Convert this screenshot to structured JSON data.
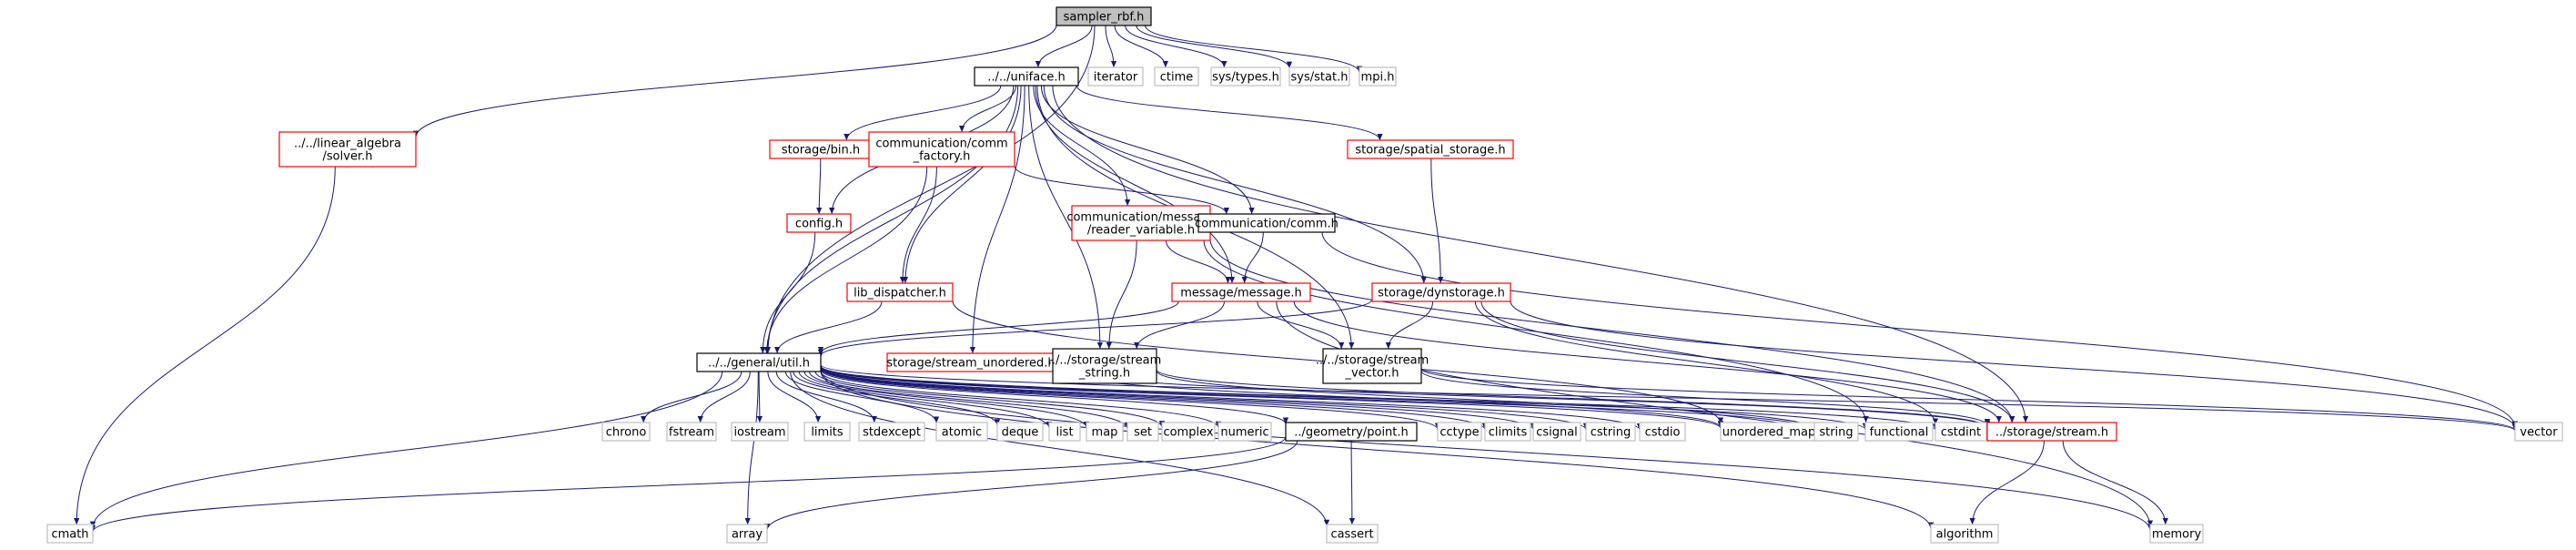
{
  "colors": {
    "edge": "#191970",
    "border_default": "#000000",
    "border_red": "#ff0000",
    "border_gray": "#bfbfbf",
    "fill_root": "#bfbfbf",
    "fill_default": "#ffffff"
  },
  "nodes": [
    {
      "id": "sampler_rbf",
      "lines": [
        "sampler_rbf.h"
      ],
      "style": "root"
    },
    {
      "id": "uniface",
      "lines": [
        "../../uniface.h"
      ],
      "style": "black"
    },
    {
      "id": "iterator",
      "lines": [
        "iterator"
      ],
      "style": "gray"
    },
    {
      "id": "ctime",
      "lines": [
        "ctime"
      ],
      "style": "gray"
    },
    {
      "id": "systypes",
      "lines": [
        "sys/types.h"
      ],
      "style": "gray"
    },
    {
      "id": "sysstat",
      "lines": [
        "sys/stat.h"
      ],
      "style": "gray"
    },
    {
      "id": "mpi",
      "lines": [
        "mpi.h"
      ],
      "style": "gray"
    },
    {
      "id": "solver",
      "lines": [
        "../../linear_algebra",
        "/solver.h"
      ],
      "style": "red"
    },
    {
      "id": "bin",
      "lines": [
        "storage/bin.h"
      ],
      "style": "red"
    },
    {
      "id": "commfactory",
      "lines": [
        "communication/comm",
        "_factory.h"
      ],
      "style": "red"
    },
    {
      "id": "spatial",
      "lines": [
        "storage/spatial_storage.h"
      ],
      "style": "red"
    },
    {
      "id": "config",
      "lines": [
        "config.h"
      ],
      "style": "red"
    },
    {
      "id": "readervar",
      "lines": [
        "communication/message",
        "/reader_variable.h"
      ],
      "style": "red"
    },
    {
      "id": "comm",
      "lines": [
        "communication/comm.h"
      ],
      "style": "black"
    },
    {
      "id": "libdisp",
      "lines": [
        "lib_dispatcher.h"
      ],
      "style": "red"
    },
    {
      "id": "message",
      "lines": [
        "message/message.h"
      ],
      "style": "red"
    },
    {
      "id": "dynstorage",
      "lines": [
        "storage/dynstorage.h"
      ],
      "style": "red"
    },
    {
      "id": "streamunord",
      "lines": [
        "storage/stream_unordered.h"
      ],
      "style": "red"
    },
    {
      "id": "streamstring",
      "lines": [
        "../../storage/stream",
        "_string.h"
      ],
      "style": "black"
    },
    {
      "id": "streamvector",
      "lines": [
        "../../storage/stream",
        "_vector.h"
      ],
      "style": "black"
    },
    {
      "id": "util",
      "lines": [
        "../../general/util.h"
      ],
      "style": "black"
    },
    {
      "id": "chrono",
      "lines": [
        "chrono"
      ],
      "style": "gray"
    },
    {
      "id": "fstream",
      "lines": [
        "fstream"
      ],
      "style": "gray"
    },
    {
      "id": "iostream",
      "lines": [
        "iostream"
      ],
      "style": "gray"
    },
    {
      "id": "limits",
      "lines": [
        "limits"
      ],
      "style": "gray"
    },
    {
      "id": "stdexcept",
      "lines": [
        "stdexcept"
      ],
      "style": "gray"
    },
    {
      "id": "atomic",
      "lines": [
        "atomic"
      ],
      "style": "gray"
    },
    {
      "id": "deque",
      "lines": [
        "deque"
      ],
      "style": "gray"
    },
    {
      "id": "list",
      "lines": [
        "list"
      ],
      "style": "gray"
    },
    {
      "id": "map",
      "lines": [
        "map"
      ],
      "style": "gray"
    },
    {
      "id": "set",
      "lines": [
        "set"
      ],
      "style": "gray"
    },
    {
      "id": "complex",
      "lines": [
        "complex"
      ],
      "style": "gray"
    },
    {
      "id": "numeric",
      "lines": [
        "numeric"
      ],
      "style": "gray"
    },
    {
      "id": "point",
      "lines": [
        "../geometry/point.h"
      ],
      "style": "black"
    },
    {
      "id": "cctype",
      "lines": [
        "cctype"
      ],
      "style": "gray"
    },
    {
      "id": "climits",
      "lines": [
        "climits"
      ],
      "style": "gray"
    },
    {
      "id": "csignal",
      "lines": [
        "csignal"
      ],
      "style": "gray"
    },
    {
      "id": "cstring",
      "lines": [
        "cstring"
      ],
      "style": "gray"
    },
    {
      "id": "cstdio",
      "lines": [
        "cstdio"
      ],
      "style": "gray"
    },
    {
      "id": "unordered_map",
      "lines": [
        "unordered_map"
      ],
      "style": "gray"
    },
    {
      "id": "string",
      "lines": [
        "string"
      ],
      "style": "gray"
    },
    {
      "id": "functional",
      "lines": [
        "functional"
      ],
      "style": "gray"
    },
    {
      "id": "cstdint",
      "lines": [
        "cstdint"
      ],
      "style": "gray"
    },
    {
      "id": "stream",
      "lines": [
        "../storage/stream.h"
      ],
      "style": "red"
    },
    {
      "id": "vector",
      "lines": [
        "vector"
      ],
      "style": "gray"
    },
    {
      "id": "cmath",
      "lines": [
        "cmath"
      ],
      "style": "gray"
    },
    {
      "id": "array",
      "lines": [
        "array"
      ],
      "style": "gray"
    },
    {
      "id": "cassert",
      "lines": [
        "cassert"
      ],
      "style": "gray"
    },
    {
      "id": "algorithm",
      "lines": [
        "algorithm"
      ],
      "style": "gray"
    },
    {
      "id": "memory",
      "lines": [
        "memory"
      ],
      "style": "gray"
    }
  ],
  "edges": [
    [
      "sampler_rbf",
      "uniface"
    ],
    [
      "sampler_rbf",
      "iterator"
    ],
    [
      "sampler_rbf",
      "ctime"
    ],
    [
      "sampler_rbf",
      "systypes"
    ],
    [
      "sampler_rbf",
      "sysstat"
    ],
    [
      "sampler_rbf",
      "mpi"
    ],
    [
      "sampler_rbf",
      "solver"
    ],
    [
      "sampler_rbf",
      "util"
    ],
    [
      "uniface",
      "bin"
    ],
    [
      "uniface",
      "commfactory"
    ],
    [
      "uniface",
      "spatial"
    ],
    [
      "uniface",
      "config"
    ],
    [
      "uniface",
      "readervar"
    ],
    [
      "uniface",
      "comm"
    ],
    [
      "uniface",
      "libdisp"
    ],
    [
      "uniface",
      "message"
    ],
    [
      "uniface",
      "dynstorage"
    ],
    [
      "uniface",
      "streamunord"
    ],
    [
      "uniface",
      "streamstring"
    ],
    [
      "uniface",
      "streamvector"
    ],
    [
      "uniface",
      "util"
    ],
    [
      "uniface",
      "stream"
    ],
    [
      "solver",
      "cmath"
    ],
    [
      "bin",
      "config"
    ],
    [
      "config",
      "util"
    ],
    [
      "commfactory",
      "comm"
    ],
    [
      "commfactory",
      "libdisp"
    ],
    [
      "commfactory",
      "util"
    ],
    [
      "spatial",
      "dynstorage"
    ],
    [
      "readervar",
      "message"
    ],
    [
      "readervar",
      "streamstring"
    ],
    [
      "readervar",
      "functional"
    ],
    [
      "readervar",
      "stream"
    ],
    [
      "comm",
      "message"
    ],
    [
      "comm",
      "vector"
    ],
    [
      "libdisp",
      "util"
    ],
    [
      "libdisp",
      "unordered_map"
    ],
    [
      "message",
      "util"
    ],
    [
      "message",
      "streamstring"
    ],
    [
      "message",
      "streamvector"
    ],
    [
      "message",
      "stream"
    ],
    [
      "message",
      "memory"
    ],
    [
      "dynstorage",
      "util"
    ],
    [
      "dynstorage",
      "streamvector"
    ],
    [
      "dynstorage",
      "stream"
    ],
    [
      "dynstorage",
      "cstdint"
    ],
    [
      "dynstorage",
      "vector"
    ],
    [
      "streamunord",
      "unordered_map"
    ],
    [
      "streamunord",
      "stream"
    ],
    [
      "streamstring",
      "string"
    ],
    [
      "streamstring",
      "stream"
    ],
    [
      "streamvector",
      "vector"
    ],
    [
      "streamvector",
      "stream"
    ],
    [
      "util",
      "chrono"
    ],
    [
      "util",
      "fstream"
    ],
    [
      "util",
      "iostream"
    ],
    [
      "util",
      "limits"
    ],
    [
      "util",
      "stdexcept"
    ],
    [
      "util",
      "atomic"
    ],
    [
      "util",
      "deque"
    ],
    [
      "util",
      "list"
    ],
    [
      "util",
      "map"
    ],
    [
      "util",
      "set"
    ],
    [
      "util",
      "complex"
    ],
    [
      "util",
      "numeric"
    ],
    [
      "util",
      "point"
    ],
    [
      "util",
      "cctype"
    ],
    [
      "util",
      "climits"
    ],
    [
      "util",
      "csignal"
    ],
    [
      "util",
      "cstring"
    ],
    [
      "util",
      "cstdio"
    ],
    [
      "util",
      "unordered_map"
    ],
    [
      "util",
      "string"
    ],
    [
      "util",
      "functional"
    ],
    [
      "util",
      "cstdint"
    ],
    [
      "util",
      "vector"
    ],
    [
      "util",
      "cmath"
    ],
    [
      "util",
      "array"
    ],
    [
      "util",
      "cassert"
    ],
    [
      "util",
      "algorithm"
    ],
    [
      "util",
      "memory"
    ],
    [
      "point",
      "cmath"
    ],
    [
      "point",
      "array"
    ],
    [
      "point",
      "cassert"
    ],
    [
      "stream",
      "algorithm"
    ],
    [
      "stream",
      "memory"
    ]
  ]
}
